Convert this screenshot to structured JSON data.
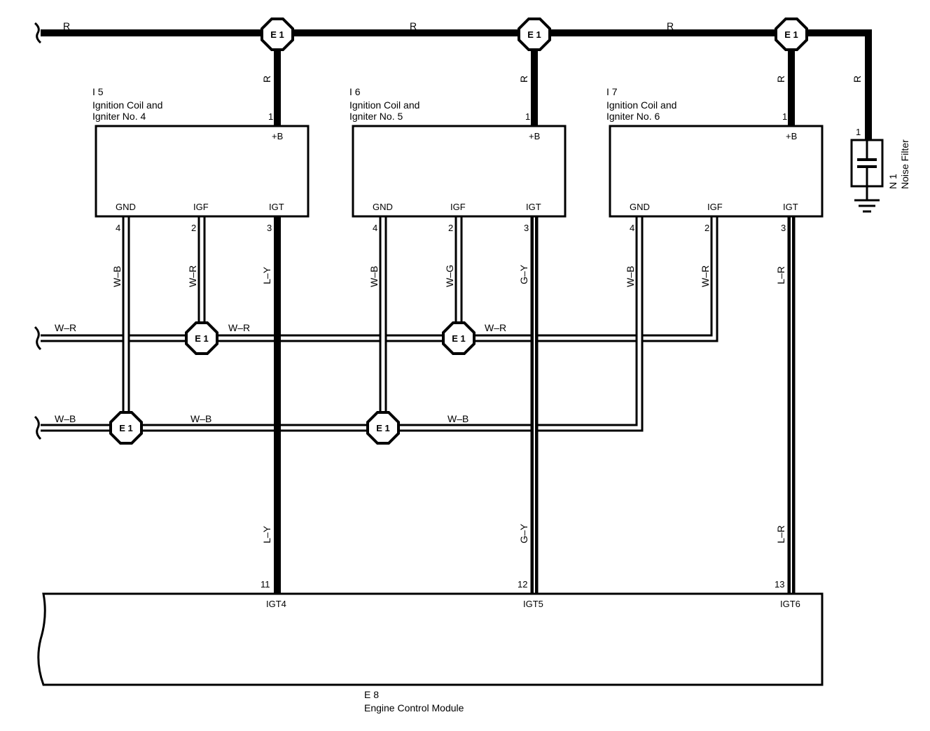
{
  "wire_colors": {
    "red": "R",
    "white_red": "W–R",
    "white_blue": "W–B",
    "white_green": "W–G",
    "blue_yellow": "L–Y",
    "green_yellow": "G–Y",
    "blue_red": "L–R"
  },
  "junction_label": "E 1",
  "coils": [
    {
      "code": "I 5",
      "name_line1": "Ignition Coil and",
      "name_line2": "Igniter No. 4",
      "terminals": {
        "pb": "+B",
        "gnd": "GND",
        "igf": "IGF",
        "igt": "IGT"
      },
      "pins": {
        "pb": "1",
        "gnd": "4",
        "igf": "2",
        "igt": "3"
      },
      "igf_wire": "W–R",
      "igt_wire": "L–Y"
    },
    {
      "code": "I 6",
      "name_line1": "Ignition Coil and",
      "name_line2": "Igniter No. 5",
      "terminals": {
        "pb": "+B",
        "gnd": "GND",
        "igf": "IGF",
        "igt": "IGT"
      },
      "pins": {
        "pb": "1",
        "gnd": "4",
        "igf": "2",
        "igt": "3"
      },
      "igf_wire": "W–G",
      "igt_wire": "G–Y"
    },
    {
      "code": "I 7",
      "name_line1": "Ignition Coil and",
      "name_line2": "Igniter No. 6",
      "terminals": {
        "pb": "+B",
        "gnd": "GND",
        "igf": "IGF",
        "igt": "IGT"
      },
      "pins": {
        "pb": "1",
        "gnd": "4",
        "igf": "2",
        "igt": "3"
      },
      "igf_wire": "W–R",
      "igt_wire": "L–R"
    }
  ],
  "noise_filter": {
    "code": "N 1",
    "name": "Noise Filter",
    "pin": "1"
  },
  "ecm": {
    "code": "E 8",
    "name": "Engine Control Module",
    "terminals": [
      "IGT4",
      "IGT5",
      "IGT6"
    ],
    "pins": [
      "11",
      "12",
      "13"
    ]
  }
}
